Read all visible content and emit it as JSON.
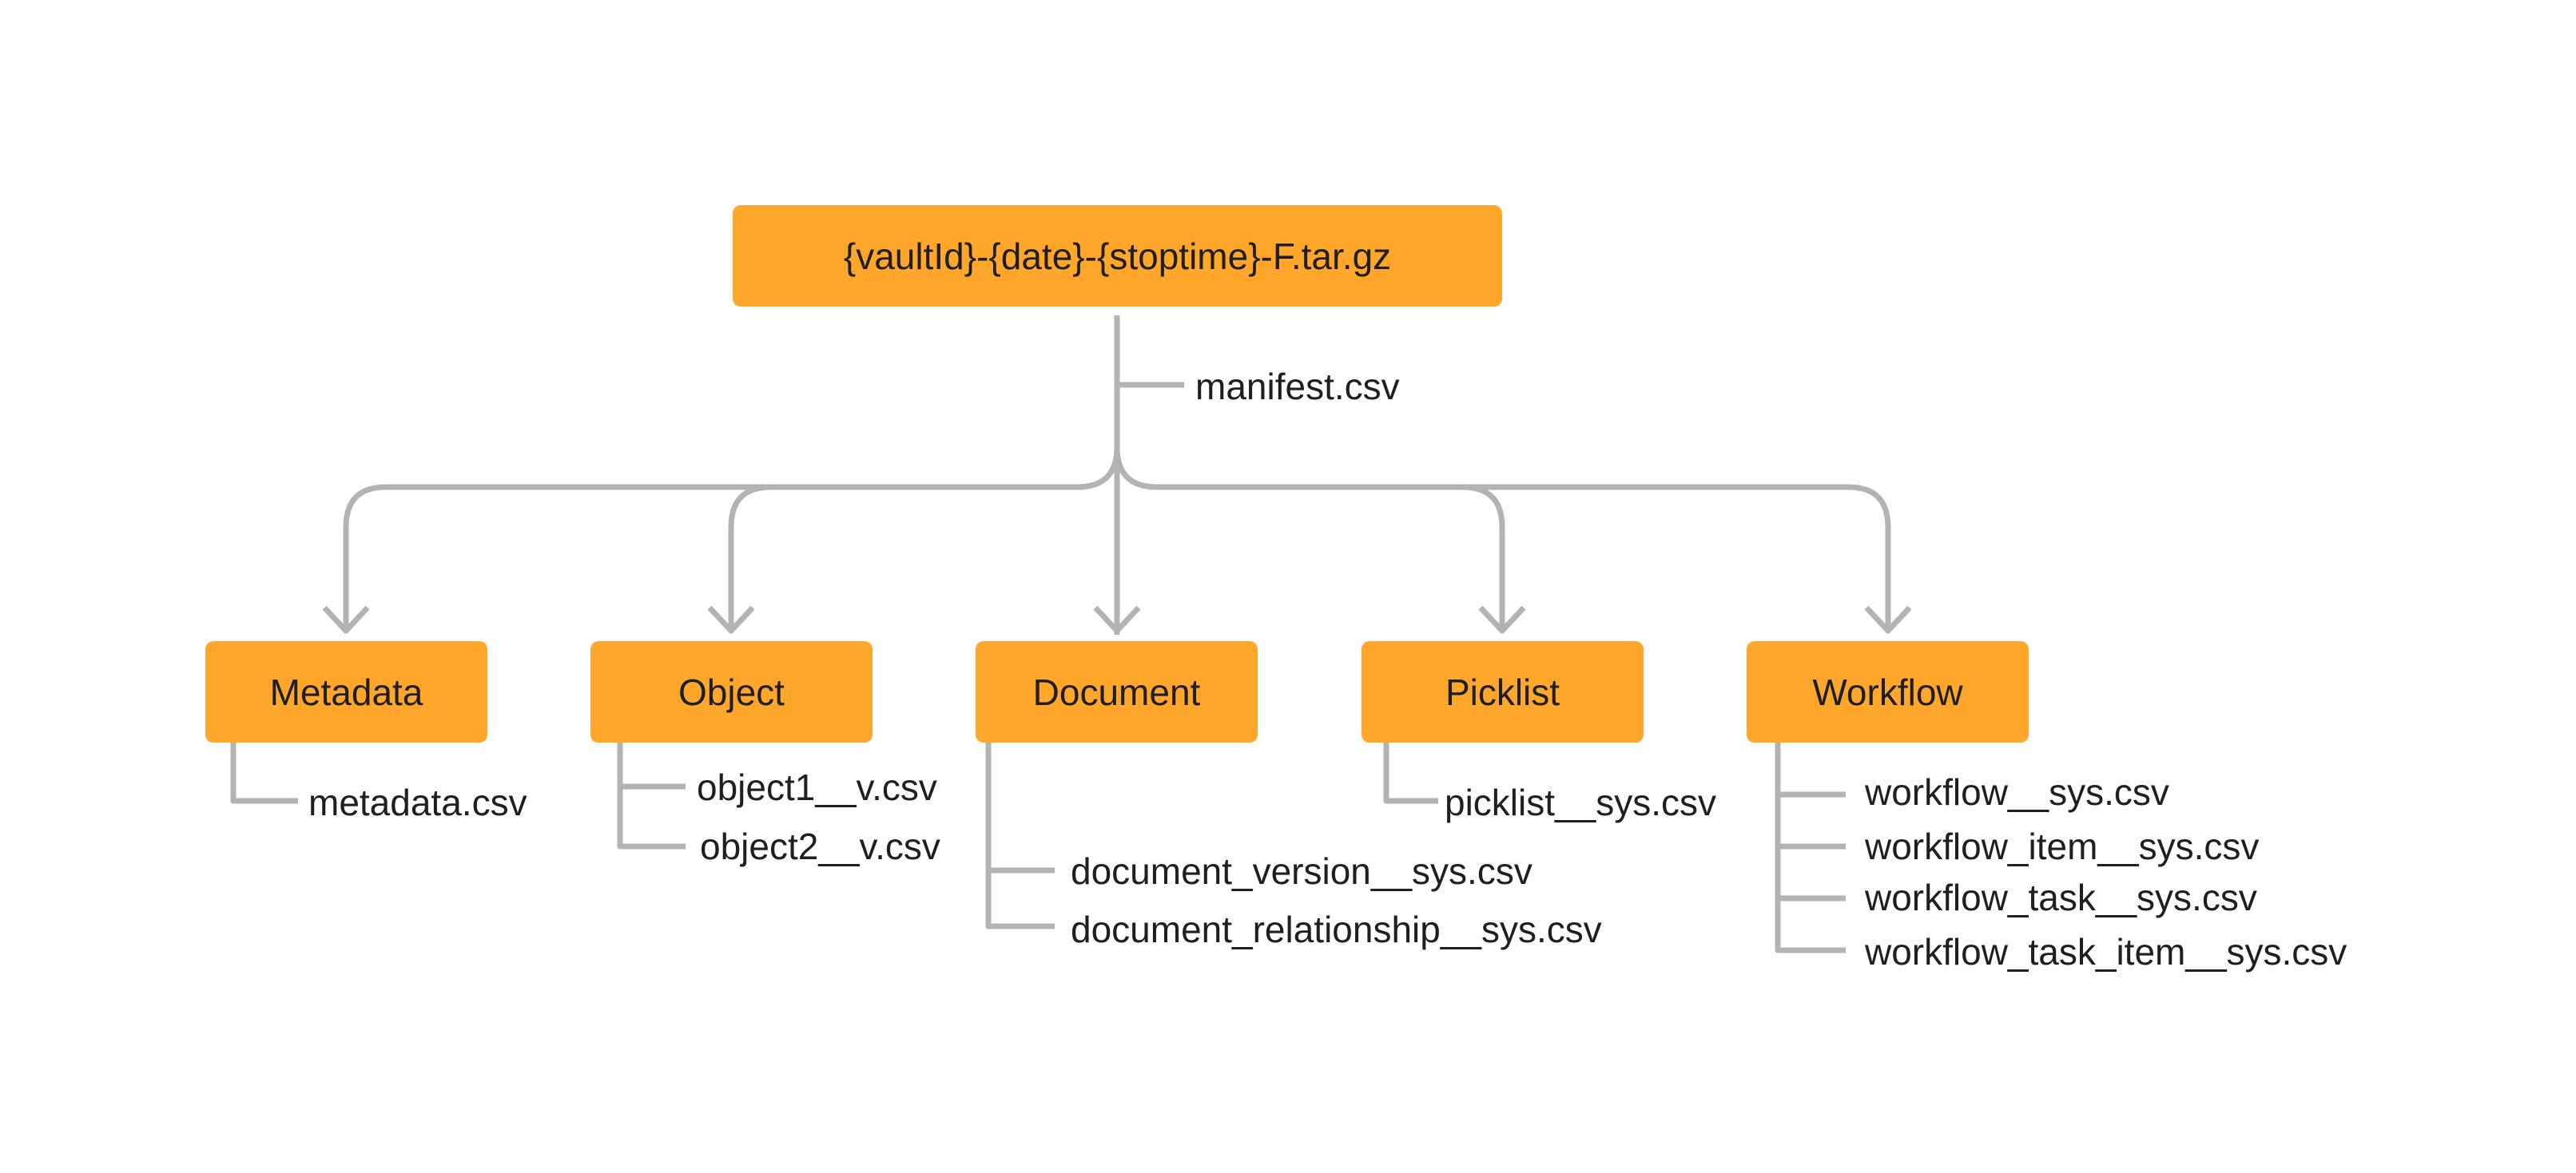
{
  "colors": {
    "box_fill": "#FFA62B",
    "connector": "#B3B3B3",
    "text": "#1f1f1f",
    "background": "#FFFFFF"
  },
  "root": {
    "label": "{vaultId}-{date}-{stoptime}-F.tar.gz",
    "files": [
      "manifest.csv"
    ]
  },
  "categories": [
    {
      "id": "metadata",
      "label": "Metadata",
      "files": [
        "metadata.csv"
      ]
    },
    {
      "id": "object",
      "label": "Object",
      "files": [
        "object1__v.csv",
        "object2__v.csv"
      ]
    },
    {
      "id": "document",
      "label": "Document",
      "files": [
        "document_version__sys.csv",
        "document_relationship__sys.csv"
      ]
    },
    {
      "id": "picklist",
      "label": "Picklist",
      "files": [
        "picklist__sys.csv"
      ]
    },
    {
      "id": "workflow",
      "label": "Workflow",
      "files": [
        "workflow__sys.csv",
        "workflow_item__sys.csv",
        "workflow_task__sys.csv",
        "workflow_task_item__sys.csv"
      ]
    }
  ]
}
